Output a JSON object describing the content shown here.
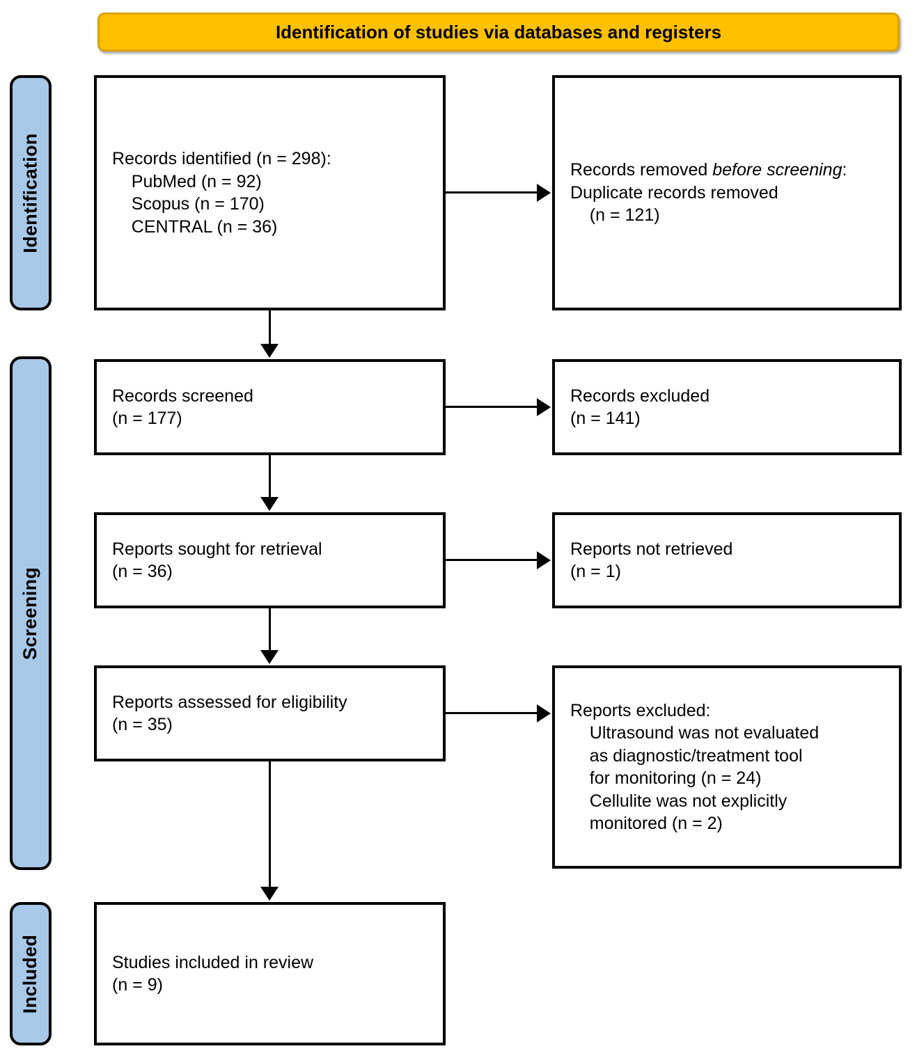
{
  "banner": {
    "title": "Identification of studies via databases and registers",
    "background_color": "#FFC000"
  },
  "stages": {
    "identification": "Identification",
    "screening": "Screening",
    "included": "Included",
    "background_color": "#A8C8E8"
  },
  "boxes": {
    "records_identified": {
      "lines": [
        "Records identified (n = 298):",
        "    PubMed (n = 92)",
        "    Scopus (n = 170)",
        "    CENTRAL (n = 36)"
      ],
      "total": 298,
      "sources": [
        {
          "name": "PubMed",
          "n": 92
        },
        {
          "name": "Scopus",
          "n": 170
        },
        {
          "name": "CENTRAL",
          "n": 36
        }
      ]
    },
    "records_removed": {
      "line1_plain": "Records removed ",
      "line1_italic": "before screening",
      "line1_suffix": ":",
      "rest": "    Duplicate records removed\n    (n = 121)",
      "duplicates_removed": 121
    },
    "records_screened": {
      "text": "Records screened\n(n = 177)",
      "n": 177
    },
    "records_excluded": {
      "text": "Records excluded\n(n = 141)",
      "n": 141
    },
    "reports_sought": {
      "text": "Reports sought for retrieval\n(n = 36)",
      "n": 36
    },
    "reports_not_retrieved": {
      "text": "Reports not retrieved\n(n = 1)",
      "n": 1
    },
    "reports_assessed": {
      "text": "Reports assessed for eligibility\n(n = 35)",
      "n": 35
    },
    "reports_excluded_detail": {
      "text": "Reports excluded:\n    Ultrasound was not evaluated\n    as diagnostic/treatment tool\n    for monitoring (n = 24)\n    Cellulite was not explicitly\n    monitored (n = 2)",
      "reasons": [
        {
          "reason": "Ultrasound was not evaluated as diagnostic/treatment tool for monitoring",
          "n": 24
        },
        {
          "reason": "Cellulite was not explicitly monitored",
          "n": 2
        }
      ]
    },
    "studies_included": {
      "text": "Studies included in review\n(n = 9)",
      "n": 9
    }
  }
}
